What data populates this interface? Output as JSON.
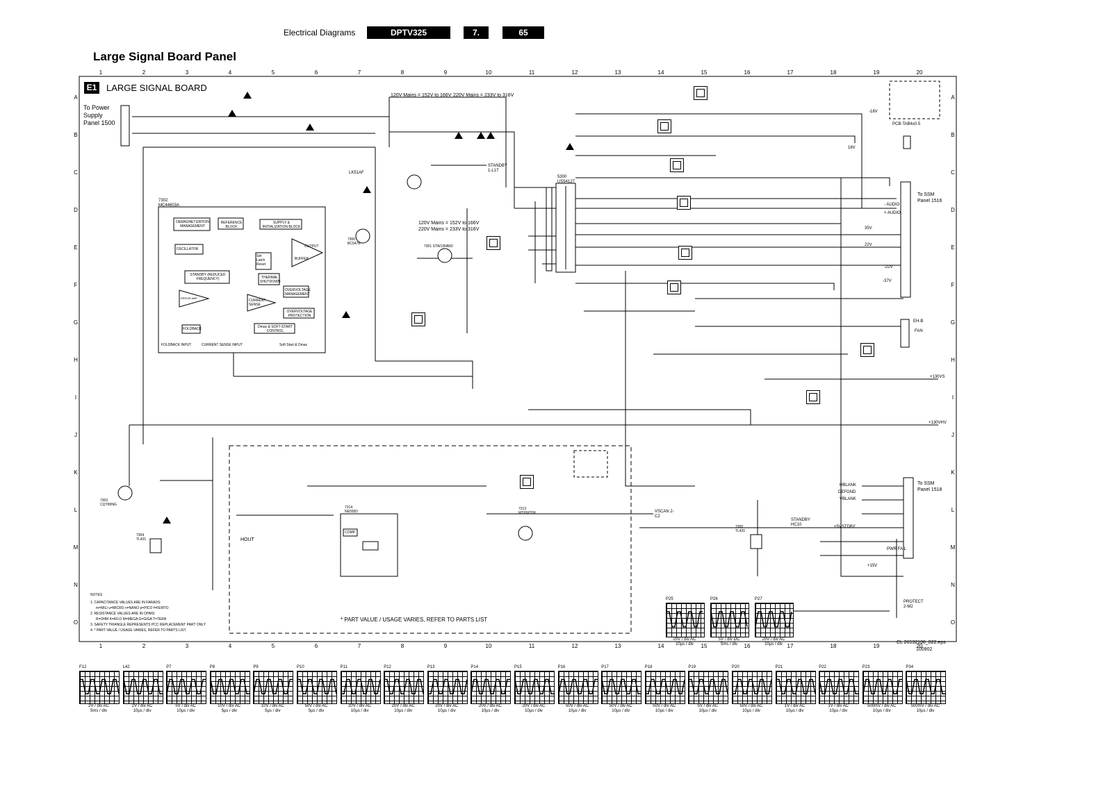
{
  "header": {
    "section": "Electrical Diagrams",
    "model": "DPTV325",
    "chapter": "7.",
    "page": "65"
  },
  "title": "Large Signal Board Panel",
  "board": {
    "tag": "E1",
    "name": "LARGE SIGNAL BOARD"
  },
  "columns": [
    "1",
    "2",
    "3",
    "4",
    "5",
    "6",
    "7",
    "8",
    "9",
    "10",
    "11",
    "12",
    "13",
    "14",
    "15",
    "16",
    "17",
    "18",
    "19",
    "20"
  ],
  "rows": [
    "A",
    "B",
    "C",
    "D",
    "E",
    "F",
    "G",
    "H",
    "I",
    "J",
    "K",
    "L",
    "M",
    "N",
    "O"
  ],
  "connectors": {
    "power_supply": "To Power Supply Panel 1500",
    "ssm_1516": "To SSM Panel 1516",
    "ssm_1518": "To SSM Panel 1518",
    "fan": "FAN",
    "eh_b": "EH-B",
    "pcb_tab": "PCB-TAB4x0.5"
  },
  "mains": {
    "line1": "120V Mains = 152V to 166V",
    "line2": "220V Mains = 233V to 316V",
    "line3": "120V Mains = 152V to 166V",
    "line4": "220V Mains = 233V to 316V"
  },
  "ic_blocks": {
    "ic7302": "7302 MC44603A",
    "demag": "DEMAGNETIZATION MANAGEMENT",
    "refblock": "REFERENCE BLOCK",
    "supply": "SUPPLY & INITIALIZATION BLOCK",
    "oscillator": "OSCILLATOR",
    "standby": "STANDBY (REDUCED FREQUENCY)",
    "error_amp": "ERROR AMP",
    "current_sense": "CURRENT SENSE",
    "foldback": "FOLDBACK",
    "latch": "Set Latch Reset",
    "buffer": "BUFFER",
    "thermal": "THERMAL SHUTDOWN",
    "overvoltage": "OVERVOLTAGE MANAGEMENT",
    "ovp": "OVERVOLTAGE PROTECTION",
    "dmax": "Dmax & SOFT-START CONTROL",
    "output": "OUTPUT",
    "softstart": "Soft Start & Dmax",
    "foldback_input": "FOLDBACK INPUT",
    "current_sense_input": "CURRENT SENSE INPUT",
    "ne555": "7214 NE555D",
    "comp": "COMP",
    "trans_5300": "5300 US54127",
    "tl431_a": "7304 TL431",
    "tl431_b": "7305 TL431",
    "stw": "7301 STW13NB60",
    "bc547b": "7300 BC547B",
    "l431": "LK51AF",
    "mtp": "7213 MTP6P20E",
    "cqy": "7303 CQY80NG"
  },
  "signals": {
    "standby_l17": "STANDBY 1-L17",
    "vscan": "VSCAN 2-C2",
    "hout": "HOUT",
    "standby_hc10": "STANDBY HC10",
    "protect": "PROTECT 2-M2",
    "plus130vs": "+130VS",
    "plus130vhv": "+130VHV",
    "plus5vstdby": "+5VSTDBY",
    "plus15v": "+15V",
    "audio_minus": "- AUDIO",
    "audio_plus": "+ AUDIO",
    "v35": "35V",
    "v22": "22V",
    "vm22": "-22V",
    "vm37": "-37V",
    "v18": "18V",
    "vm18": "-18V",
    "hblank": "HBLANK",
    "deflgnd": "DEFGND",
    "vblank": "VBLANK",
    "pwr_fail": "PWR FAIL"
  },
  "notes": {
    "heading": "NOTES",
    "n1": "1.  CAPACITANCE VALUES ARE IN FARADS:",
    "n1b": "m=MILI  u=MICRO  n=NANO  p=PICO  f=FEMTO",
    "n2": "2.  RESISTANCE VALUES ARE IN OHMS:",
    "n2b": "R=OHM  K=KILO  M=MEGA  G=GIGA  T=TERA",
    "n3": "3.  SAFETY TRIANGLE REPRESENTS PCC REPLACEMENT PART ONLY",
    "n4": "4.  * PART VALUE / USAGE VARIES, REFER TO PARTS LIST."
  },
  "part_note": "* PART VALUE / USAGE VARIES, REFER TO PARTS LIST",
  "drawing_ref": "CL 26532108_022.eps",
  "drawing_date": "100902",
  "scope_inset": [
    {
      "name": "P25",
      "scale": "20V / div AC",
      "time": "10µs / div"
    },
    {
      "name": "P26",
      "scale": "5V / div DC",
      "time": "5ms / div"
    },
    {
      "name": "P27",
      "scale": "20V / div AC",
      "time": "10µs / div"
    }
  ],
  "scope_row": [
    {
      "name": "F12",
      "scale": "2V / div AC",
      "time": "5ms / div"
    },
    {
      "name": "L42",
      "scale": "2V / div AC",
      "time": "10µs / div"
    },
    {
      "name": "P7",
      "scale": "5V / div AC",
      "time": "10µs / div"
    },
    {
      "name": "P8",
      "scale": "10V / div AC",
      "time": "5µs / div"
    },
    {
      "name": "P9",
      "scale": "10V / div AC",
      "time": "5µs / div"
    },
    {
      "name": "P10",
      "scale": "50V / div AC",
      "time": "5µs / div"
    },
    {
      "name": "P11",
      "scale": "20V / div AC",
      "time": "10µs / div"
    },
    {
      "name": "P12",
      "scale": "20V / div AC",
      "time": "10µs / div"
    },
    {
      "name": "P13",
      "scale": "20V / div AC",
      "time": "10µs / div"
    },
    {
      "name": "P14",
      "scale": "20V / div AC",
      "time": "10µs / div"
    },
    {
      "name": "P15",
      "scale": "20V / div AC",
      "time": "10µs / div"
    },
    {
      "name": "P16",
      "scale": "50V / div AC",
      "time": "10µs / div"
    },
    {
      "name": "P17",
      "scale": "50V / div AC",
      "time": "10µs / div"
    },
    {
      "name": "P18",
      "scale": "50V / div AC",
      "time": "10µs / div"
    },
    {
      "name": "P19",
      "scale": "5V / div AC",
      "time": "10µs / div"
    },
    {
      "name": "P20",
      "scale": "50V / div AC",
      "time": "10µs / div"
    },
    {
      "name": "P21",
      "scale": "1V / div AC",
      "time": "10µs / div"
    },
    {
      "name": "P22",
      "scale": "1V / div AC",
      "time": "10µs / div"
    },
    {
      "name": "P23",
      "scale": "500mV / div AC",
      "time": "10µs / div"
    },
    {
      "name": "P34",
      "scale": "500mV / div AC",
      "time": "10µs / div"
    }
  ]
}
